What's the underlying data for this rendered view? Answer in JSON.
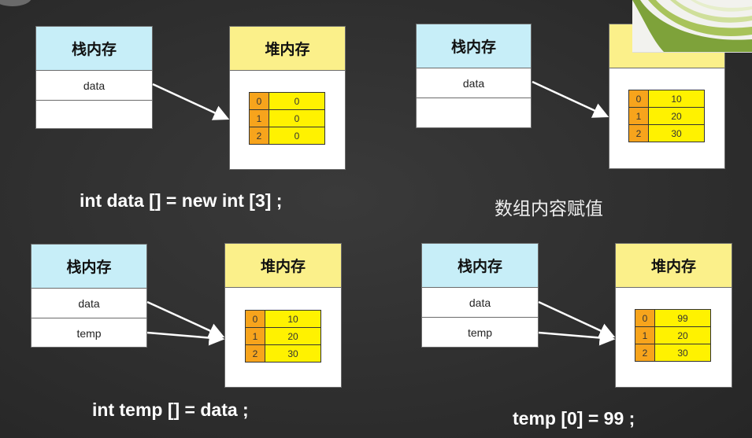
{
  "panels": [
    {
      "stack_title": "栈内存",
      "heap_title": "堆内存",
      "vars": [
        "data",
        ""
      ],
      "array": [
        {
          "index": "0",
          "value": "0"
        },
        {
          "index": "1",
          "value": "0"
        },
        {
          "index": "2",
          "value": "0"
        }
      ],
      "caption": "int data [] = new int [3] ;"
    },
    {
      "stack_title": "栈内存",
      "heap_title": "",
      "vars": [
        "data",
        ""
      ],
      "array": [
        {
          "index": "0",
          "value": "10"
        },
        {
          "index": "1",
          "value": "20"
        },
        {
          "index": "2",
          "value": "30"
        }
      ],
      "caption": "数组内容赋值"
    },
    {
      "stack_title": "栈内存",
      "heap_title": "堆内存",
      "vars": [
        "data",
        "temp"
      ],
      "array": [
        {
          "index": "0",
          "value": "10"
        },
        {
          "index": "1",
          "value": "20"
        },
        {
          "index": "2",
          "value": "30"
        }
      ],
      "caption": "int temp [] = data ;"
    },
    {
      "stack_title": "栈内存",
      "heap_title": "堆内存",
      "vars": [
        "data",
        "temp"
      ],
      "array": [
        {
          "index": "0",
          "value": "99"
        },
        {
          "index": "1",
          "value": "20"
        },
        {
          "index": "2",
          "value": "30"
        }
      ],
      "caption": "temp [0] = 99 ;"
    }
  ],
  "colors": {
    "stack_header": "#c7eef8",
    "heap_header": "#fbf08a",
    "array_index": "#f7a41c",
    "array_value": "#fff200"
  }
}
